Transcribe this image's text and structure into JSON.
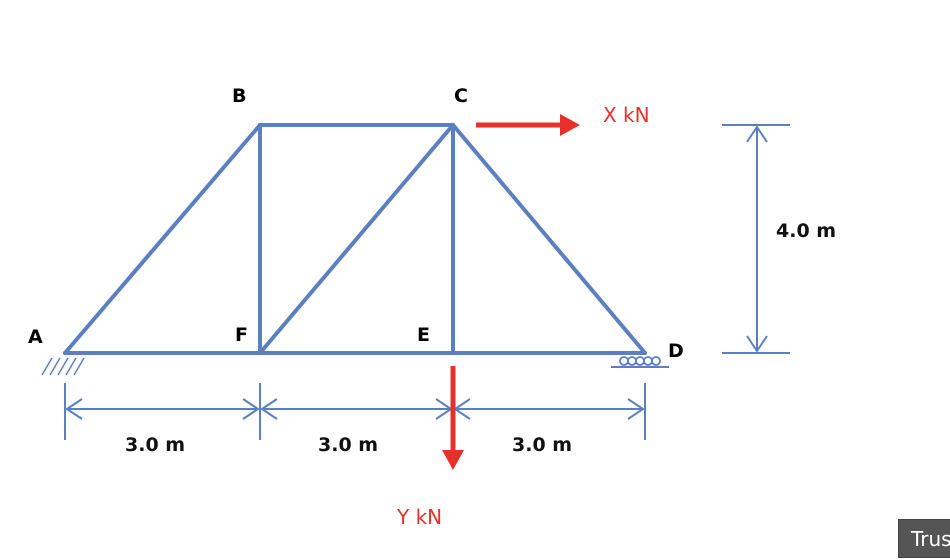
{
  "nodes": {
    "A": "A",
    "B": "B",
    "C": "C",
    "D": "D",
    "E": "E",
    "F": "F"
  },
  "dimensions": {
    "span_1": "3.0 m",
    "span_2": "3.0 m",
    "span_3": "3.0 m",
    "height": "4.0 m"
  },
  "loads": {
    "horizontal": "X kN",
    "vertical": "Y kN"
  },
  "colors": {
    "member": "#5b7fbf",
    "load": "#e8302a",
    "dimension": "#5b7fbf"
  },
  "tooltip": "Trus"
}
